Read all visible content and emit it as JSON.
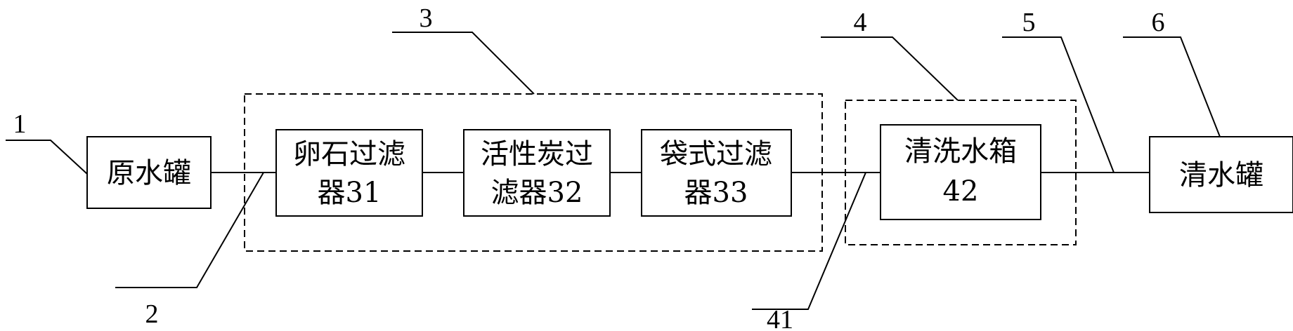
{
  "boxes": {
    "raw_tank": {
      "line1": "原水罐"
    },
    "pebble_filter": {
      "line1": "卵石过滤",
      "line2": "器31"
    },
    "carbon_filter": {
      "line1": "活性炭过",
      "line2": "滤器32"
    },
    "bag_filter": {
      "line1": "袋式过滤",
      "line2": "器33"
    },
    "wash_tank": {
      "line1": "清洗水箱",
      "line2": "42"
    },
    "clear_tank": {
      "line1": "清水罐"
    }
  },
  "refs": {
    "r1": "1",
    "r2": "2",
    "r3": "3",
    "r4": "4",
    "r41": "41",
    "r5": "5",
    "r6": "6"
  }
}
